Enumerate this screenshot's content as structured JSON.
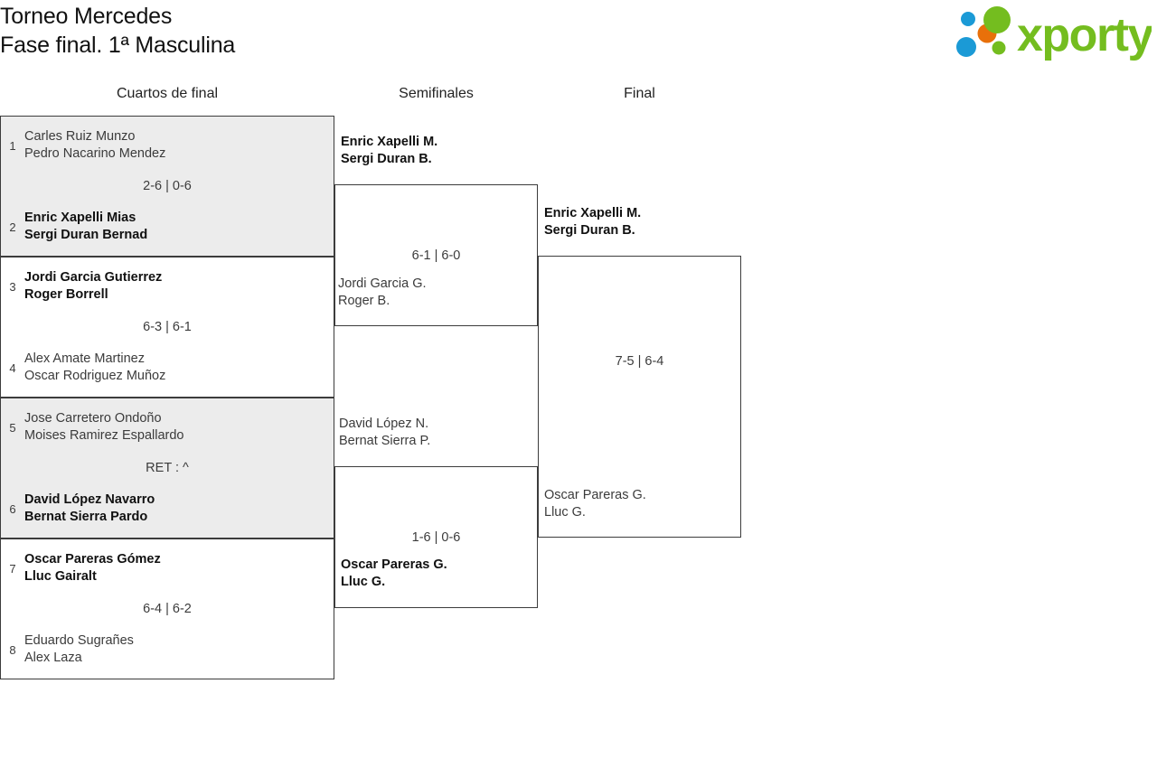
{
  "header": {
    "title_line1": "Torneo Mercedes",
    "title_line2": "Fase final. 1ª Masculina",
    "logo_text": "xporty",
    "logo_colors": {
      "green": "#74bd1f",
      "orange": "#e8700a",
      "blue": "#1b9ad6"
    }
  },
  "rounds": [
    {
      "label": "Cuartos de final"
    },
    {
      "label": "Semifinales"
    },
    {
      "label": "Final"
    }
  ],
  "quarterfinals": [
    {
      "shaded": true,
      "score": "2-6 | 0-6",
      "top": {
        "seed": "1",
        "player1": "Carles Ruiz Munzo",
        "player2": "Pedro Nacarino Mendez",
        "winner": false
      },
      "bottom": {
        "seed": "2",
        "player1": "Enric Xapelli Mias",
        "player2": "Sergi Duran Bernad",
        "winner": true
      }
    },
    {
      "shaded": false,
      "score": "6-3 | 6-1",
      "top": {
        "seed": "3",
        "player1": "Jordi Garcia Gutierrez",
        "player2": "Roger Borrell",
        "winner": true
      },
      "bottom": {
        "seed": "4",
        "player1": "Alex Amate Martinez",
        "player2": "Oscar Rodriguez Muñoz",
        "winner": false
      }
    },
    {
      "shaded": true,
      "score": "RET : ^",
      "top": {
        "seed": "5",
        "player1": "Jose Carretero Ondoño",
        "player2": "Moises Ramirez Espallardo",
        "winner": false
      },
      "bottom": {
        "seed": "6",
        "player1": "David López Navarro",
        "player2": "Bernat Sierra Pardo",
        "winner": true
      }
    },
    {
      "shaded": false,
      "score": "6-4 | 6-2",
      "top": {
        "seed": "7",
        "player1": "Oscar Pareras Gómez",
        "player2": "Lluc Gairalt",
        "winner": true
      },
      "bottom": {
        "seed": "8",
        "player1": "Eduardo Sugrañes",
        "player2": "Alex Laza",
        "winner": false
      }
    }
  ],
  "semifinals": [
    {
      "score": "6-1 | 6-0",
      "top": {
        "player1": "Enric Xapelli M.",
        "player2": "Sergi Duran B.",
        "winner": true
      },
      "bottom": {
        "player1": "Jordi Garcia G.",
        "player2": "Roger B.",
        "winner": false
      }
    },
    {
      "score": "1-6 | 0-6",
      "top": {
        "player1": "David López N.",
        "player2": "Bernat Sierra P.",
        "winner": false
      },
      "bottom": {
        "player1": "Oscar Pareras G.",
        "player2": "Lluc G.",
        "winner": true
      }
    }
  ],
  "final": {
    "score": "7-5 | 6-4",
    "top": {
      "player1": "Enric Xapelli M.",
      "player2": "Sergi Duran B.",
      "winner": true
    },
    "bottom": {
      "player1": "Oscar Pareras G.",
      "player2": "Lluc G.",
      "winner": false
    }
  }
}
